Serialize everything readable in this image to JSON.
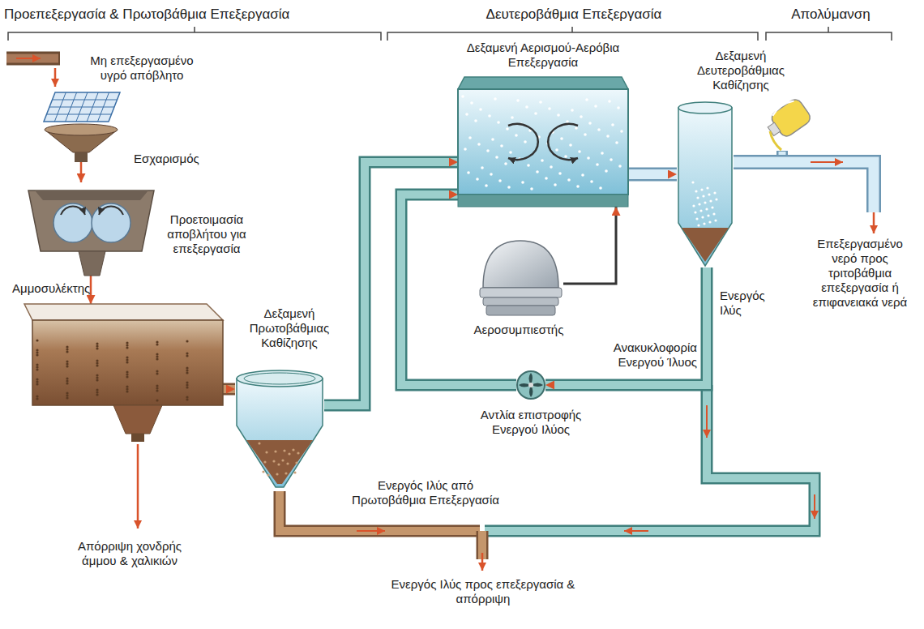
{
  "diagram": {
    "nodes": [
      {
        "text": [
          "Εσχαρισμός"
        ]
      },
      {
        "text": [
          "Προετοιμασία αποβλήτου για επεξεργασία"
        ]
      },
      {
        "text": [
          "Αμμοσυλέκτης"
        ]
      },
      {
        "text": [
          "Δεξαμενή Πρωτοβάθμιας Καθίζησης"
        ]
      },
      {
        "text": [
          "Δεξαμενή Αερισμού-Αερόβια Επεξεργασία"
        ]
      },
      {
        "text": [
          "Αεροσυμπιεστής"
        ]
      },
      {
        "text": [
          "Δεξαμενή Δευτεροβάθμιας Καθίζησης"
        ]
      },
      {
        "text": [
          "Αντλία επιστροφής Ενεργού Ιλύος"
        ]
      }
    ],
    "edges": [
      {
        "from": 0,
        "to": 1,
        "arrow": "to"
      },
      {
        "from": 1,
        "to": 2,
        "arrow": "to"
      },
      {
        "from": 2,
        "to": 3,
        "arrow": "to"
      },
      {
        "from": 3,
        "to": 4,
        "arrow": "to"
      },
      {
        "from": 5,
        "to": 4,
        "arrow": "to"
      },
      {
        "from": 4,
        "to": 6,
        "arrow": "to"
      },
      {
        "from": 6,
        "to": 7,
        "arrow": "to"
      },
      {
        "from": 7,
        "to": 4,
        "arrow": "to"
      }
    ],
    "labels": [
      "Προεπεξεργασία & Πρωτοβάθμια Επεξεργασία",
      "Δευτεροβάθμια Επεξεργασία",
      "Απολύμανση",
      "Μη επεξεργασμένο υγρό απόβλητο",
      "Απόρριψη χονδρής άμμου & χαλικιών",
      "Ενεργός Ιλύς από Πρωτοβάθμια Επεξεργασία",
      "Ενεργός Ιλύς",
      "Ανακυκλοφορία Ενεργού Ίλυος",
      "Επεξεργασμένο νερό προς τριτοβάθμια επεξεργασία ή επιφανειακά νερά",
      "Ενεργός Ιλύς προς επεξεργασία & απόρριψη"
    ]
  }
}
